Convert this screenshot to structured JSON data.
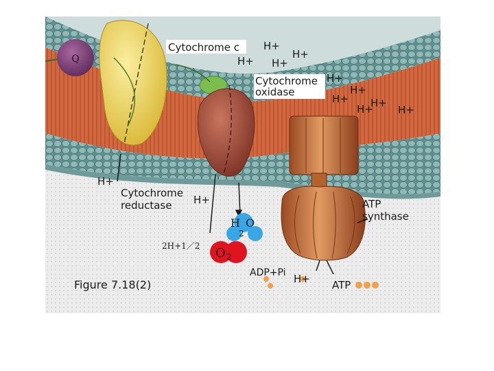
{
  "labels": {
    "cytochrome_c": "Cytochrome c",
    "cytochrome_oxidase_line1": "Cytochrome",
    "cytochrome_oxidase_line2": "oxidase",
    "cytochrome_reductase_line1": "Cytochrome",
    "cytochrome_reductase_line2": "reductase",
    "atp_synthase_line1": "ATP",
    "atp_synthase_line2": "synthase",
    "q": "Q",
    "h_plus": "H+",
    "water_h": "H",
    "water_sub": "2",
    "water_o": "O",
    "oxygen_o": "O",
    "oxygen_sub": "2",
    "half_oxygen": "2H+1／2",
    "adp_pi": "ADP+Pi",
    "atp": "ATP",
    "figure_caption": "Figure 7.18(2)"
  },
  "colors": {
    "membrane_red": "#c8603a",
    "membrane_band": "#d9774f",
    "lipid_head": "#7ea7a6",
    "matrix": "#eeeeee",
    "intermembrane": "#d8e4e4",
    "reductase": "#f0d764",
    "oxidase": "#a8503e",
    "synthase": "#c9743e",
    "cyt_c": "#7bbd4f",
    "q": "#7a3e74",
    "water": "#39a7e6",
    "oxygen": "#e0141e",
    "proton_dot": "#f0a04a"
  }
}
